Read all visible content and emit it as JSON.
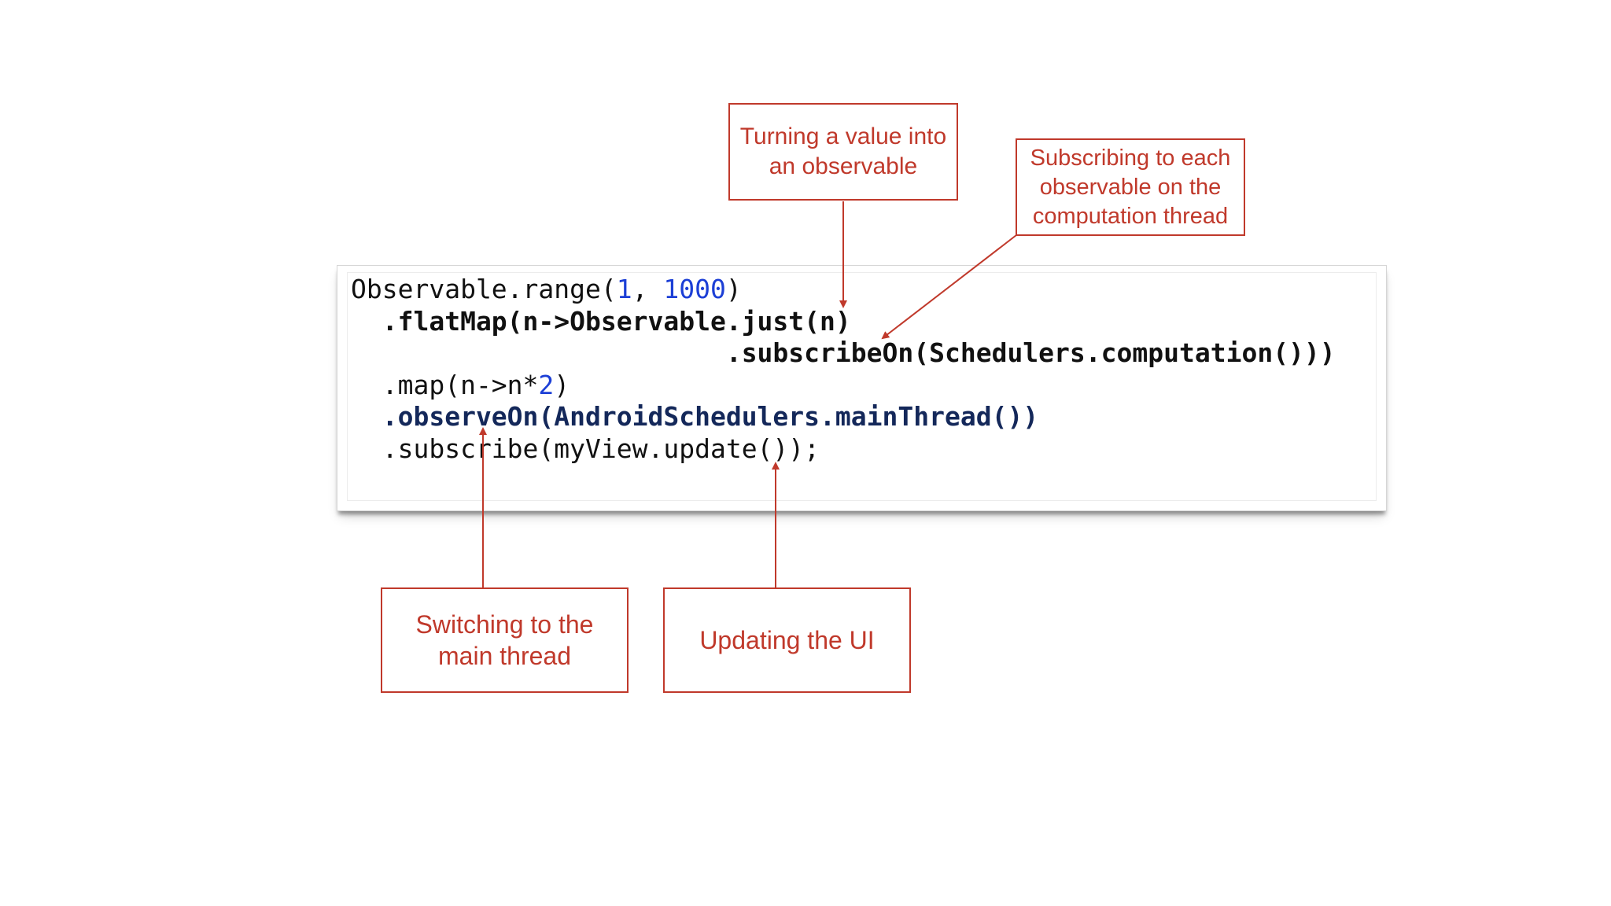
{
  "code": {
    "l1_a": "Observable.range(",
    "l1_n1": "1",
    "l1_b": ", ",
    "l1_n2": "1000",
    "l1_c": ")",
    "l2": "  .flatMap(n->Observable.just(n)",
    "l3": "                        .subscribeOn(Schedulers.computation()))",
    "l4_a": "  .map(n->n*",
    "l4_n": "2",
    "l4_b": ")",
    "l5": "  .observeOn(AndroidSchedulers.mainThread())",
    "l6": "  .subscribe(myView.update());"
  },
  "callouts": {
    "flatmap": "Turning a value into\nan observable",
    "subscribe_on": "Subscribing to each\nobservable on the\ncomputation thread",
    "observe_on": "Switching to the\nmain thread",
    "update": "Updating the UI"
  },
  "colors": {
    "accent": "#c0392b",
    "number": "#1c3fd6",
    "emphasis": "#14285a",
    "code_text": "#111111"
  }
}
